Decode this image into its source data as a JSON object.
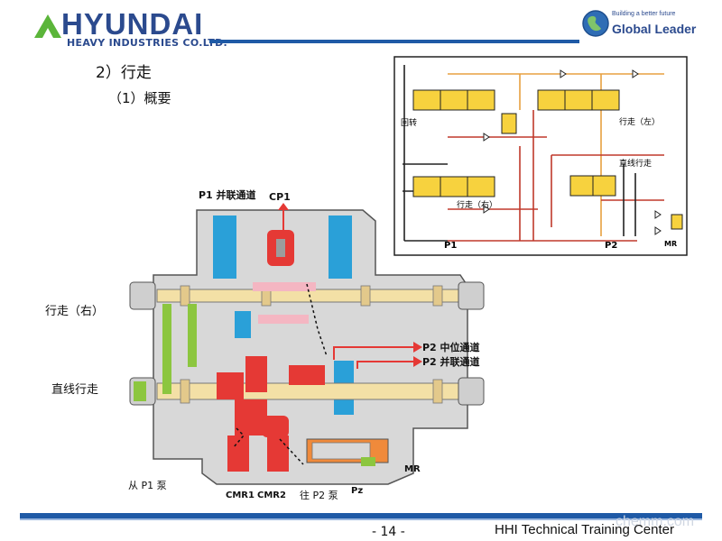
{
  "header": {
    "brand_name": "HYUNDAI",
    "brand_sub": "HEAVY INDUSTRIES CO.LTD.",
    "slogan_tag": "Building a better future",
    "slogan_main": "Global Leader",
    "colors": {
      "brand_blue": "#2b4a8e",
      "rule_blue": "#1f5aa6",
      "logo_green": "#5bb53a"
    }
  },
  "section": {
    "title": "2）行走",
    "subtitle": "（1）概要"
  },
  "valve_labels": {
    "p1_parallel": "P1 并联通道",
    "cp1": "CP1",
    "travel_right": "行走（右）",
    "straight_travel": "直线行走",
    "p2_neutral": "P2 中位通道",
    "p2_parallel": "P2 并联通道",
    "from_p1_pump": "从 P1 泵",
    "cmr1": "CMR1",
    "cmr2": "CMR2",
    "to_p2_pump": "往 P2 泵",
    "pz": "Pz",
    "mr": "MR"
  },
  "schematic_labels": {
    "swing": "回转",
    "travel_left": "行走（左）",
    "straight_travel": "直线行走",
    "travel_right": "行走（右）",
    "p1": "P1",
    "p2": "P2",
    "mr": "MR"
  },
  "footer": {
    "page": "- 14 -",
    "title": "HHI Technical Training Center",
    "watermark": "chemm.com"
  }
}
